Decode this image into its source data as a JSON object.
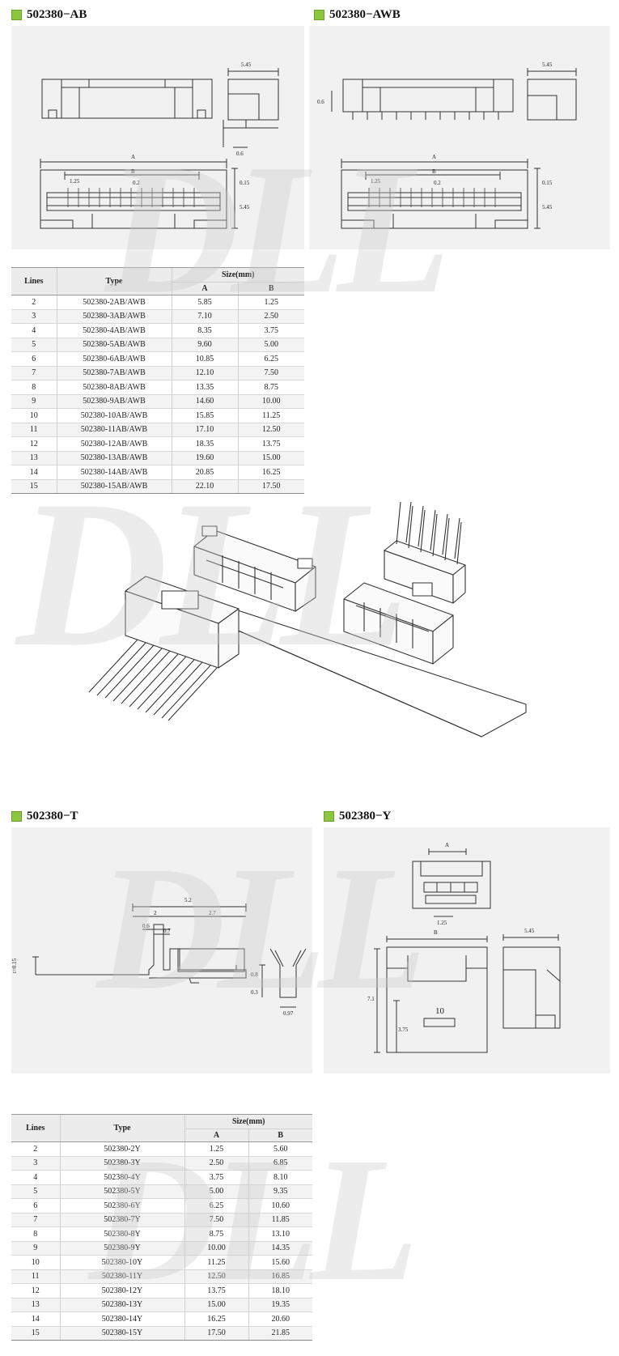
{
  "watermark": "DLL",
  "sections": {
    "ab": {
      "title": "502380−AB"
    },
    "awb": {
      "title": "502380−AWB"
    },
    "t": {
      "title": "502380−T"
    },
    "y": {
      "title": "502380−Y"
    }
  },
  "drawing_labels": {
    "ab": {
      "w545": "5.45",
      "d06": "0.6",
      "A": "A",
      "B": "B",
      "p125": "1.25",
      "p02": "0.2",
      "d015": "0.15",
      "h545": "5.45"
    },
    "awb": {
      "w545": "5.45",
      "d06": "0.6",
      "A": "A",
      "B": "B",
      "p125": "1.25",
      "p02": "0.2",
      "d015": "0.15",
      "h545": "5.45"
    },
    "t": {
      "d52": "5.2",
      "d2": "2",
      "d27": "2.7",
      "d06": "0.6",
      "d07": "0.7",
      "t015": "t=0.15",
      "d08": "0.8",
      "d03": "0.3",
      "d097": "0.97"
    },
    "y": {
      "A": "A",
      "p125": "1.25",
      "B": "B",
      "w545": "5.45",
      "h71": "7.1",
      "h375": "3.75",
      "mark": "10"
    }
  },
  "table_ab": {
    "headers": {
      "lines": "Lines",
      "type": "Type",
      "size": "Size(mm)",
      "a": "A",
      "b": "B"
    },
    "rows": [
      {
        "lines": "2",
        "type": "502380-2AB/AWB",
        "a": "5.85",
        "b": "1.25"
      },
      {
        "lines": "3",
        "type": "502380-3AB/AWB",
        "a": "7.10",
        "b": "2.50"
      },
      {
        "lines": "4",
        "type": "502380-4AB/AWB",
        "a": "8.35",
        "b": "3.75"
      },
      {
        "lines": "5",
        "type": "502380-5AB/AWB",
        "a": "9.60",
        "b": "5.00"
      },
      {
        "lines": "6",
        "type": "502380-6AB/AWB",
        "a": "10.85",
        "b": "6.25"
      },
      {
        "lines": "7",
        "type": "502380-7AB/AWB",
        "a": "12.10",
        "b": "7.50"
      },
      {
        "lines": "8",
        "type": "502380-8AB/AWB",
        "a": "13.35",
        "b": "8.75"
      },
      {
        "lines": "9",
        "type": "502380-9AB/AWB",
        "a": "14.60",
        "b": "10.00"
      },
      {
        "lines": "10",
        "type": "502380-10AB/AWB",
        "a": "15.85",
        "b": "11.25"
      },
      {
        "lines": "11",
        "type": "502380-11AB/AWB",
        "a": "17.10",
        "b": "12.50"
      },
      {
        "lines": "12",
        "type": "502380-12AB/AWB",
        "a": "18.35",
        "b": "13.75"
      },
      {
        "lines": "13",
        "type": "502380-13AB/AWB",
        "a": "19.60",
        "b": "15.00"
      },
      {
        "lines": "14",
        "type": "502380-14AB/AWB",
        "a": "20.85",
        "b": "16.25"
      },
      {
        "lines": "15",
        "type": "502380-15AB/AWB",
        "a": "22.10",
        "b": "17.50"
      }
    ]
  },
  "table_y": {
    "headers": {
      "lines": "Lines",
      "type": "Type",
      "size": "Size(mm)",
      "a": "A",
      "b": "B"
    },
    "rows": [
      {
        "lines": "2",
        "type": "502380-2Y",
        "a": "1.25",
        "b": "5.60"
      },
      {
        "lines": "3",
        "type": "502380-3Y",
        "a": "2.50",
        "b": "6.85"
      },
      {
        "lines": "4",
        "type": "502380-4Y",
        "a": "3.75",
        "b": "8.10"
      },
      {
        "lines": "5",
        "type": "502380-5Y",
        "a": "5.00",
        "b": "9.35"
      },
      {
        "lines": "6",
        "type": "502380-6Y",
        "a": "6.25",
        "b": "10.60"
      },
      {
        "lines": "7",
        "type": "502380-7Y",
        "a": "7.50",
        "b": "11.85"
      },
      {
        "lines": "8",
        "type": "502380-8Y",
        "a": "8.75",
        "b": "13.10"
      },
      {
        "lines": "9",
        "type": "502380-9Y",
        "a": "10.00",
        "b": "14.35"
      },
      {
        "lines": "10",
        "type": "502380-10Y",
        "a": "11.25",
        "b": "15.60"
      },
      {
        "lines": "11",
        "type": "502380-11Y",
        "a": "12.50",
        "b": "16.85"
      },
      {
        "lines": "12",
        "type": "502380-12Y",
        "a": "13.75",
        "b": "18.10"
      },
      {
        "lines": "13",
        "type": "502380-13Y",
        "a": "15.00",
        "b": "19.35"
      },
      {
        "lines": "14",
        "type": "502380-14Y",
        "a": "16.25",
        "b": "20.60"
      },
      {
        "lines": "15",
        "type": "502380-15Y",
        "a": "17.50",
        "b": "21.85"
      }
    ]
  }
}
